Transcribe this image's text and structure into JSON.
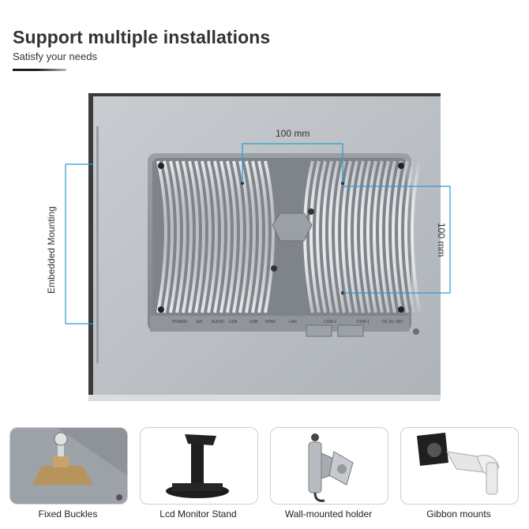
{
  "header": {
    "title": "Support multiple installations",
    "subtitle": "Satisfy your needs"
  },
  "dimensions": {
    "horizontal": "100 mm",
    "vertical": "100 mm",
    "embedded": "Embedded Mounting"
  },
  "ports": [
    "POWER",
    "SW",
    "AUDIO",
    "USB",
    "USB",
    "HDMI",
    "LAN",
    "COM 2",
    "COM 1",
    "DC 9V~36V"
  ],
  "mounts": [
    {
      "label": "Fixed Buckles",
      "icon": "fixed-buckle-icon"
    },
    {
      "label": "Lcd Monitor Stand",
      "icon": "monitor-stand-icon"
    },
    {
      "label": "Wall-mounted holder",
      "icon": "wall-mount-icon"
    },
    {
      "label": "Gibbon mounts",
      "icon": "gibbon-mount-icon"
    }
  ],
  "colors": {
    "accent": "#2e9ad6",
    "panel": "#b9bec3",
    "heatsink": "#8e949a"
  }
}
